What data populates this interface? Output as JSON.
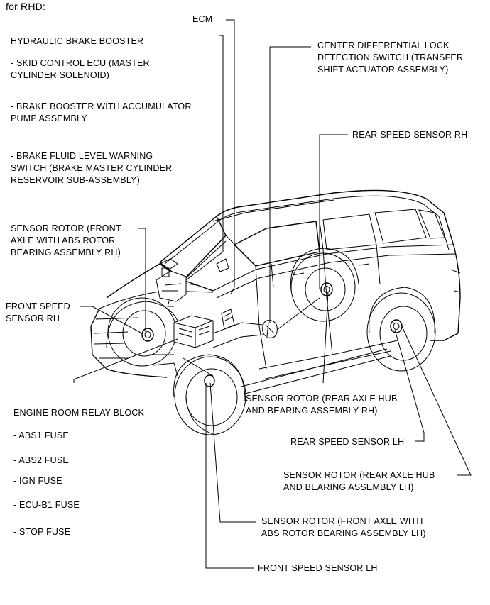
{
  "heading": "for RHD:",
  "labels": {
    "ecm": "ECM",
    "hydraulic_brake_booster": "HYDRAULIC BRAKE BOOSTER",
    "skid_control_ecu": "- SKID CONTROL ECU (MASTER\nCYLINDER SOLENOID)",
    "brake_booster_accumulator": "- BRAKE BOOSTER WITH ACCUMULATOR\nPUMP ASSEMBLY",
    "brake_fluid_switch": "- BRAKE FLUID LEVEL WARNING\nSWITCH (BRAKE MASTER CYLINDER\nRESERVOIR SUB-ASSEMBLY)",
    "center_diff_switch": "CENTER DIFFERENTIAL LOCK\nDETECTION SWITCH (TRANSFER\nSHIFT ACTUATOR ASSEMBLY)",
    "rear_speed_sensor_rh": "REAR SPEED SENSOR RH",
    "sensor_rotor_front_rh": "SENSOR ROTOR (FRONT\nAXLE WITH ABS ROTOR\nBEARING ASSEMBLY RH)",
    "front_speed_sensor_rh": "FRONT SPEED\nSENSOR RH",
    "engine_room_relay_block": "ENGINE ROOM RELAY BLOCK",
    "abs1_fuse": "- ABS1 FUSE",
    "abs2_fuse": "- ABS2 FUSE",
    "ign_fuse": "- IGN FUSE",
    "ecu_b1_fuse": "- ECU-B1 FUSE",
    "stop_fuse": "- STOP FUSE",
    "sensor_rotor_rear_rh": "SENSOR ROTOR (REAR AXLE HUB\nAND BEARING ASSEMBLY RH)",
    "rear_speed_sensor_lh": "REAR SPEED SENSOR LH",
    "sensor_rotor_rear_lh": "SENSOR ROTOR (REAR AXLE HUB\nAND BEARING ASSEMBLY LH)",
    "sensor_rotor_front_lh": "SENSOR ROTOR (FRONT AXLE WITH\nABS ROTOR BEARING ASSEMBLY LH)",
    "front_speed_sensor_lh": "FRONT SPEED SENSOR LH"
  }
}
